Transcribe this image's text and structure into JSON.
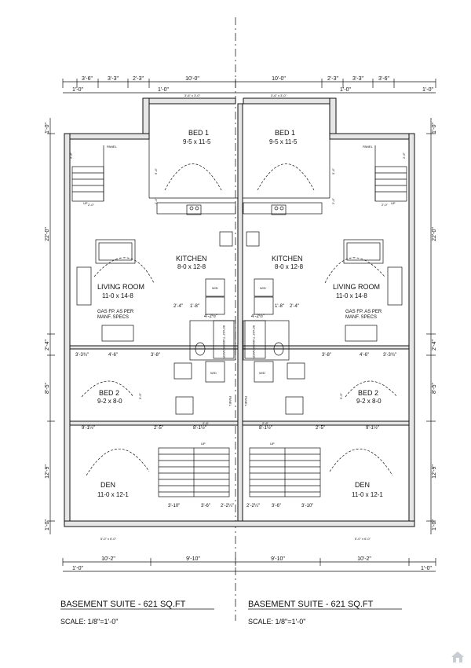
{
  "top_dimensions": [
    "1'-0\"",
    "3'-6\"",
    "3'-3\"",
    "2'-3\"",
    "10'-0\"",
    "10'-0\"",
    "2'-3\"",
    "3'-3\"",
    "3'-6\"",
    "1'-0\""
  ],
  "top_sub_dimensions": [
    "1'-0\"",
    "1'-0\"",
    "1'-0\"",
    "1'-0\""
  ],
  "bottom_dimensions": [
    "1'-0\"",
    "10'-2\"",
    "9'-10\"",
    "9'-10\"",
    "10'-2\"",
    "1'-0\""
  ],
  "side_dimensions": [
    "1'-0\"",
    "22'-0\"",
    "2'-4\"",
    "8'-5\"",
    "12'-9\"",
    "1'-0\""
  ],
  "rooms": {
    "bed1": {
      "name": "BED 1",
      "size": "9-5 x 11-5"
    },
    "kitchen": {
      "name": "KITCHEN",
      "size": "8-0 x 12-8"
    },
    "living": {
      "name": "LIVING ROOM",
      "size": "11-0 x 14-8"
    },
    "bed2": {
      "name": "BED 2",
      "size": "9-2 x 8-0"
    },
    "den": {
      "name": "DEN",
      "size": "11-0 x 12-1"
    }
  },
  "labels": {
    "panel": "PANEL",
    "up": "UP",
    "wd": "W/D",
    "gas_fp": "GAS FP. AS PER",
    "manf_specs": "MANF. SPECS",
    "tub_shower": "60\"x32\" TUB/SHOWER"
  },
  "interior_dimensions": {
    "d_1_8": "1'-8\"",
    "d_2_4": "2'-4\"",
    "d_4_2": "4'-2½\"",
    "d_3_8": "3'-8\"",
    "d_4_6": "4'-6\"",
    "d_3_3": "3'-3¾\"",
    "d_9_1": "9'-1½\"",
    "d_2_5": "2'-5\"",
    "d_8_1": "8'-1½\"",
    "d_3_10": "3'-10\"",
    "d_3_6": "3'-6\"",
    "d_2_2": "2'-2¼\"",
    "d_5_4": "5'-4\"",
    "d_2_6": "2'-6\"",
    "d_2_0": "2'-0\"",
    "d_2_8": "2'-8\"",
    "d_5_5": "5'-5\""
  },
  "titles": [
    {
      "title": "BASEMENT SUITE - 621 SQ.FT",
      "scale": "SCALE: 1/8\"=1'-0\""
    },
    {
      "title": "BASEMENT SUITE - 621 SQ.FT",
      "scale": "SCALE: 1/8\"=1'-0\""
    }
  ]
}
